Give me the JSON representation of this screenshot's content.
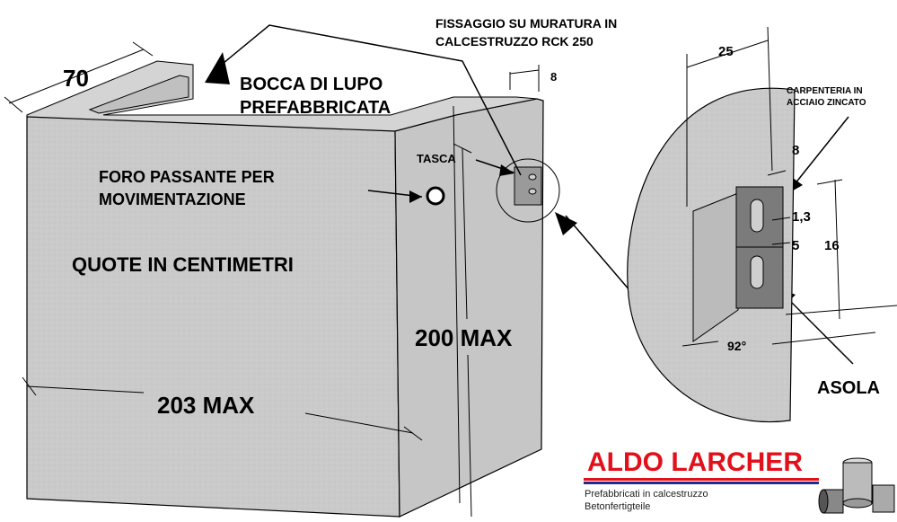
{
  "labels": {
    "fixing_note_line1": "FISSAGGIO SU MURATURA IN",
    "fixing_note_line2": "CALCESTRUZZO RCK 250",
    "product_line1": "BOCCA DI LUPO",
    "product_line2": "PREFABBRICATA",
    "hole_line1": "FORO PASSANTE PER",
    "hole_line2": "MOVIMENTAZIONE",
    "units_note": "QUOTE IN CENTIMETRI",
    "pocket": "TASCA",
    "steel_line1": "CARPENTERIA IN",
    "steel_line2": "ACCIAIO ZINCATO",
    "slot": "ASOLA"
  },
  "dimensions": {
    "depth": "70",
    "width": "203 MAX",
    "height": "200 MAX",
    "pocket_depth": "25",
    "pocket_gap": "8",
    "plate_width": "8",
    "hole_size": "1,3",
    "slot_gap": "5",
    "plate_height": "16",
    "angle": "92°"
  },
  "logo": {
    "company": "ALDO LARCHER",
    "tagline_it": "Prefabbricati in calcestruzzo",
    "tagline_de": "Betonfertigteile"
  },
  "colors": {
    "concrete": "#c9c9c9",
    "concrete_top": "#d6d6d6",
    "concrete_side": "#b9b9b9",
    "plate": "#7b7b7b",
    "logo_red": "#e1101a",
    "logo_blue": "#1e2c8c"
  }
}
